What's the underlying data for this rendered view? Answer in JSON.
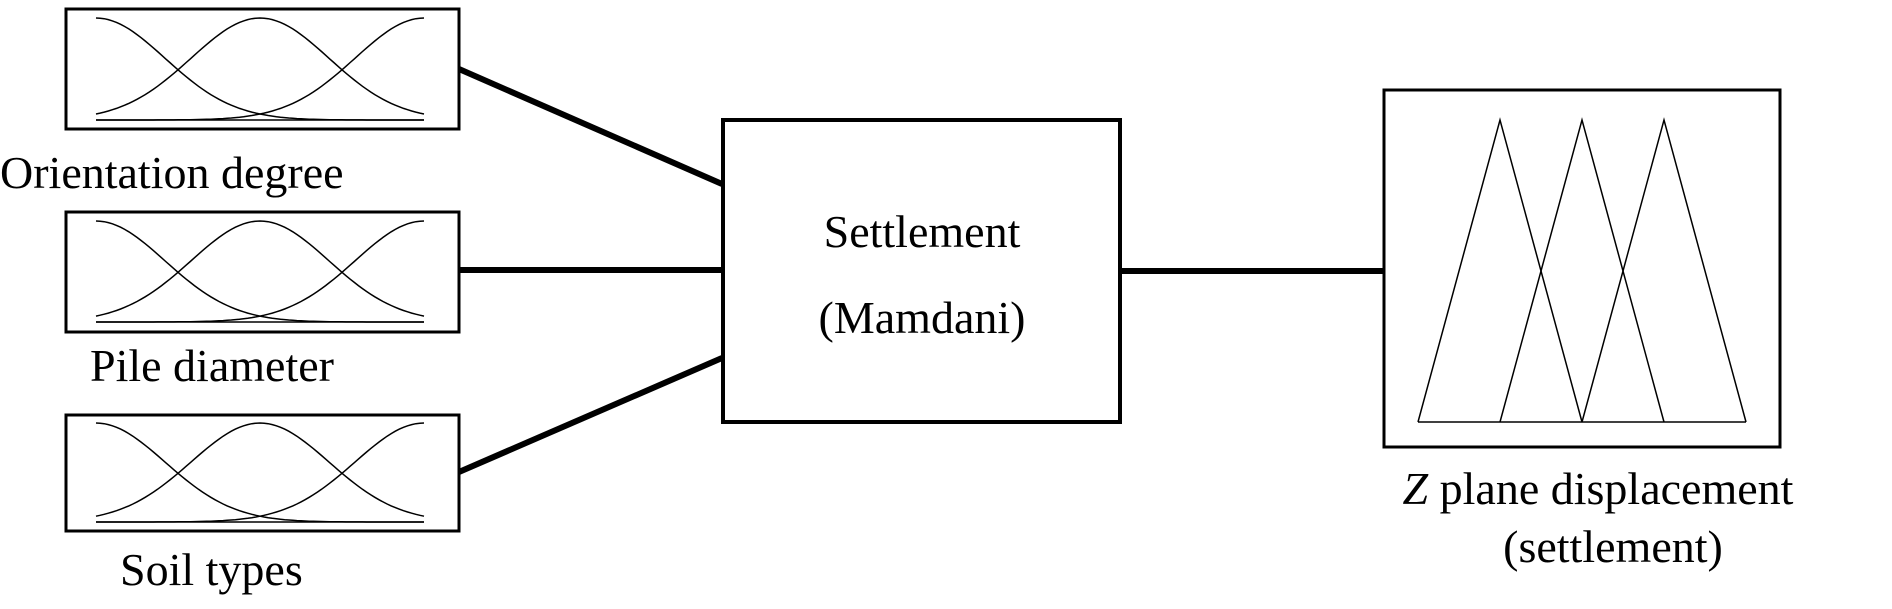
{
  "inputs": [
    {
      "label": "Orientation degree"
    },
    {
      "label": "Pile diameter"
    },
    {
      "label": "Soil types"
    }
  ],
  "system": {
    "line1": "Settlement",
    "line2": "(Mamdani)"
  },
  "output": {
    "label_italic": "Z",
    "label_rest": " plane displacement",
    "label_line2": "(settlement)"
  },
  "colors": {
    "stroke": "#000000",
    "background": "#ffffff"
  }
}
